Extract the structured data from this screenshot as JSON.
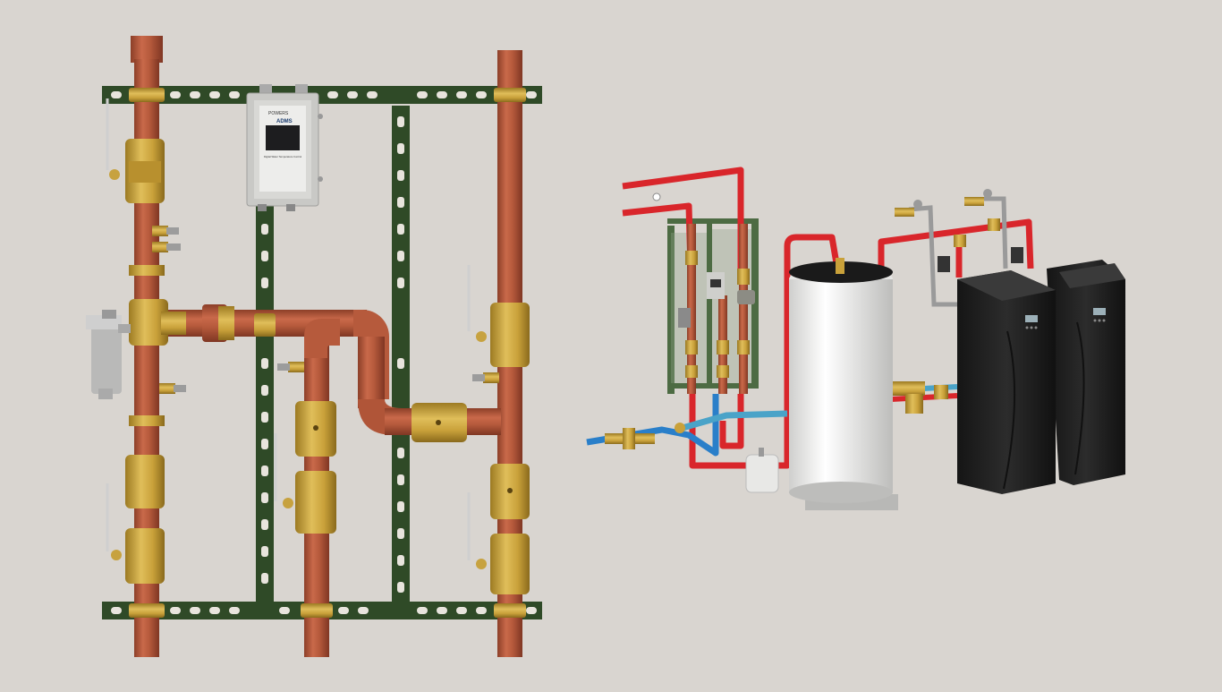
{
  "left_panel": {
    "controller": {
      "brand": "POWERS",
      "model": "ADMS",
      "caption": "Digital Water Temperature Control",
      "footnote": "",
      "screen": "display-screen"
    },
    "icons": [
      "ball-valve-icon",
      "union-fitting-icon",
      "check-valve-icon",
      "thermometer-icon",
      "strainer-icon"
    ]
  },
  "right_panel": {
    "boilers": [
      {
        "id": "boiler-1",
        "display": "display-screen"
      },
      {
        "id": "boiler-2",
        "display": "display-screen"
      }
    ],
    "pipe_colors": {
      "hot": "#d9262b",
      "cold": "#2a7fc9",
      "return": "#4aa3c8",
      "copper": "#b85a3a",
      "brass": "#c9a13a"
    }
  },
  "colors": {
    "background": "#d9d5d0",
    "strut": "#2f4a27",
    "copper": "#b45a3d",
    "brass": "#c7a23f",
    "controller_box": "#c9c9c6",
    "tank": "#f2f2f0",
    "boiler": "#222222"
  }
}
